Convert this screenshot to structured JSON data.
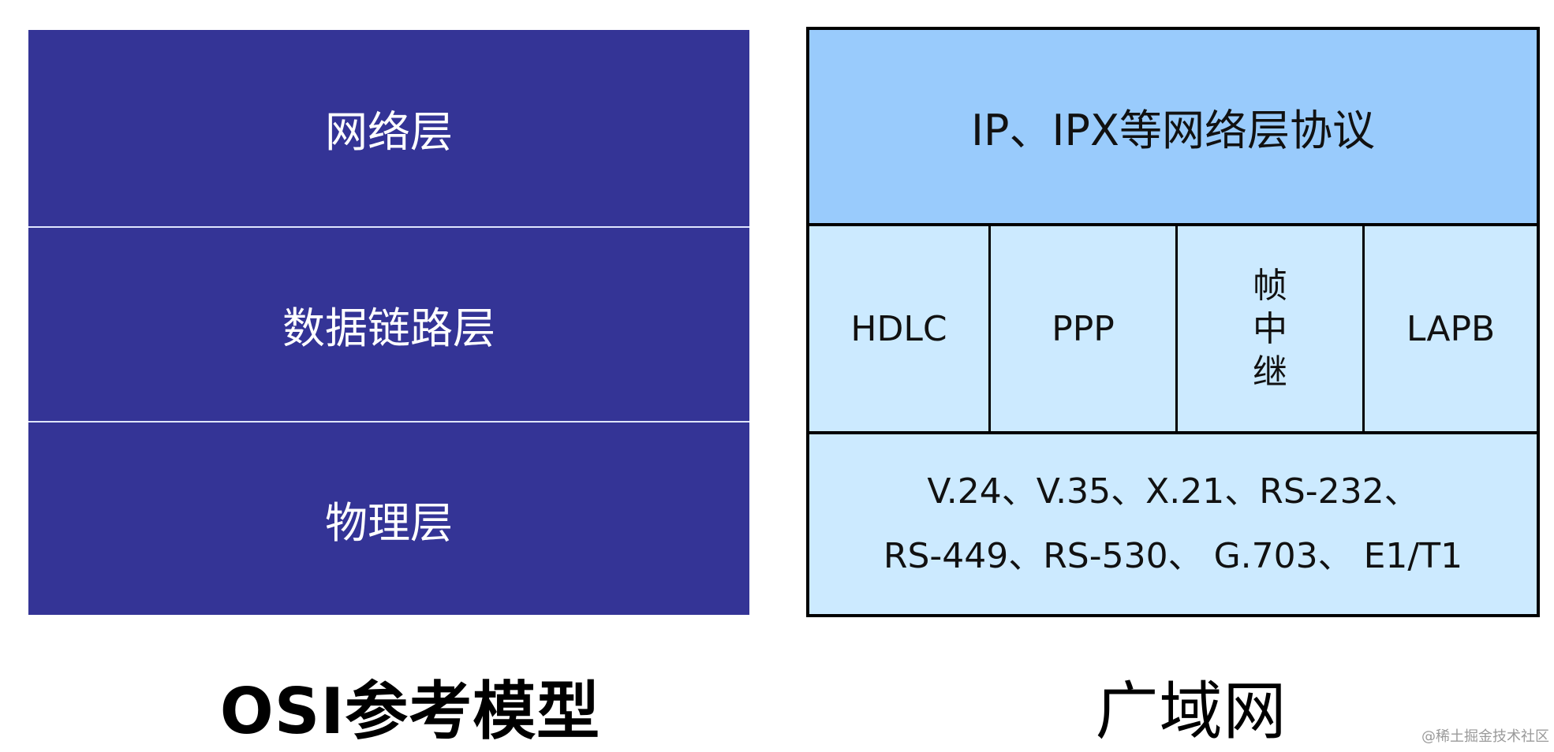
{
  "osi_model": {
    "caption": "OSI参考模型",
    "layers": [
      {
        "label": "网络层"
      },
      {
        "label": "数据链路层"
      },
      {
        "label": "物理层"
      }
    ],
    "colors": {
      "fill": "#343496",
      "text": "#ffffff",
      "divider": "#dfe6ff"
    }
  },
  "wan": {
    "caption": "广域网",
    "network_layer": {
      "label": "IP、IPX等网络层协议"
    },
    "data_link_protocols": [
      {
        "label": "HDLC"
      },
      {
        "label": "PPP"
      },
      {
        "label": "帧中继",
        "chars": [
          "帧",
          "中",
          "继"
        ]
      },
      {
        "label": "LAPB"
      }
    ],
    "physical_layer": {
      "lines": [
        "V.24、V.35、X.21、RS-232、",
        "RS-449、RS-530、 G.703、 E1/T1"
      ]
    },
    "colors": {
      "top_fill": "#99cbfc",
      "lower_fill": "#cceaff",
      "border": "#000000"
    }
  },
  "watermark": "@稀土掘金技术社区"
}
